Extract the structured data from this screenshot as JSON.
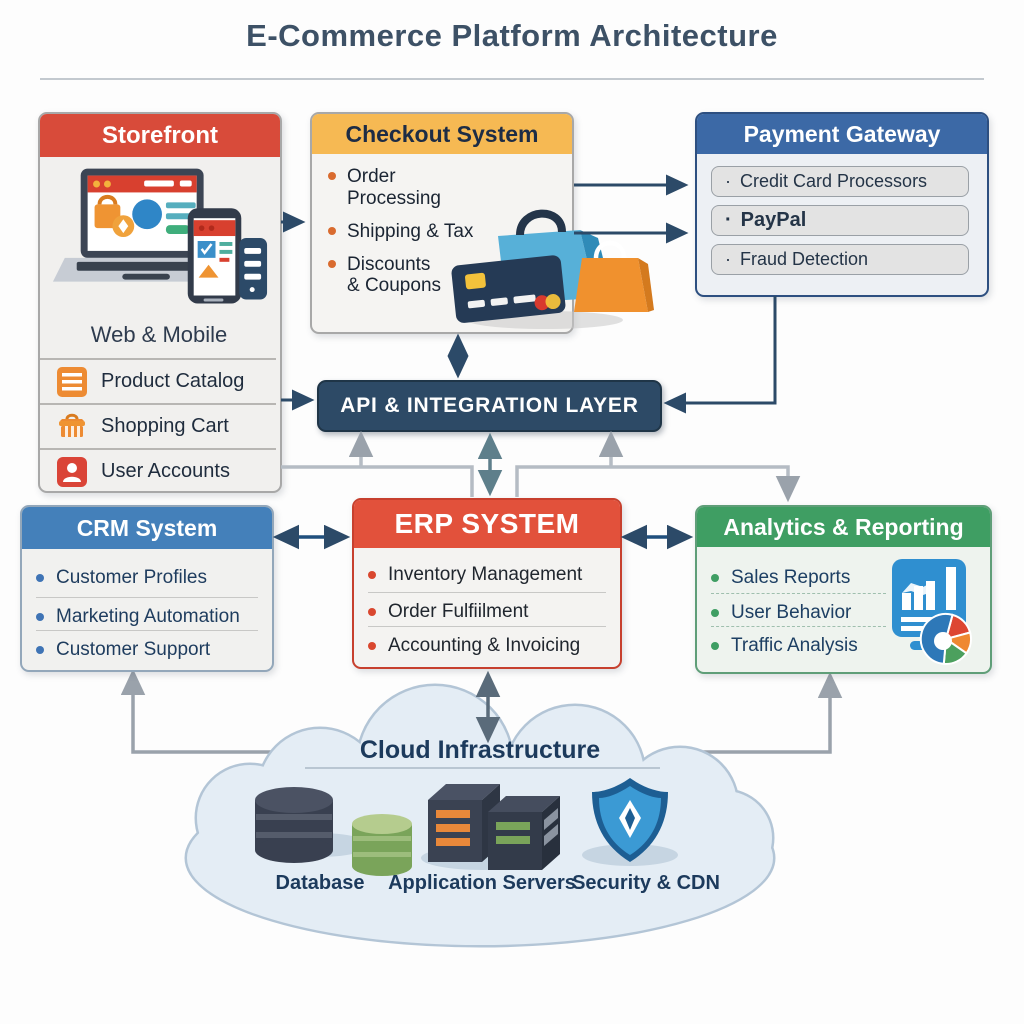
{
  "title": "E-Commerce Platform Architecture",
  "storefront": {
    "title": "Storefront",
    "caption": "Web & Mobile",
    "items": [
      {
        "icon": "product-catalog-icon",
        "label": "Product Catalog"
      },
      {
        "icon": "shopping-cart-icon",
        "label": "Shopping Cart"
      },
      {
        "icon": "user-accounts-icon",
        "label": "User Accounts"
      }
    ]
  },
  "checkout": {
    "title": "Checkout System",
    "items": [
      "Order Processing",
      "Shipping & Tax",
      "Discounts & Coupons"
    ]
  },
  "payment": {
    "title": "Payment Gateway",
    "bullet": "·",
    "items": [
      "Credit Card Processors",
      "PayPal",
      "Fraud Detection"
    ]
  },
  "api": {
    "label": "API & INTEGRATION LAYER"
  },
  "crm": {
    "title": "CRM System",
    "items": [
      "Customer Profiles",
      "Marketing Automation",
      "Customer Support"
    ]
  },
  "erp": {
    "title": "ERP SYSTEM",
    "items": [
      "Inventory Management",
      "Order Fulfiilment",
      "Accounting & Invoicing"
    ]
  },
  "analytics": {
    "title": "Analytics & Reporting",
    "items": [
      "Sales Reports",
      "User Behavior",
      "Traffic Analysis"
    ]
  },
  "cloud": {
    "title": "Cloud Infrastructure",
    "items": [
      "Database",
      "Application Servers",
      "Security & CDN"
    ]
  },
  "colors": {
    "storefront_header": "#d84b3a",
    "checkout_header": "#f6b953",
    "payment_header": "#3c69a6",
    "crm_header": "#4480ba",
    "erp_header": "#e2513b",
    "analytics_header": "#3f9e63",
    "api_bar": "#2d4a66",
    "dark_arrow": "#2c4a68",
    "gray_connector": "#9aa2ab"
  }
}
